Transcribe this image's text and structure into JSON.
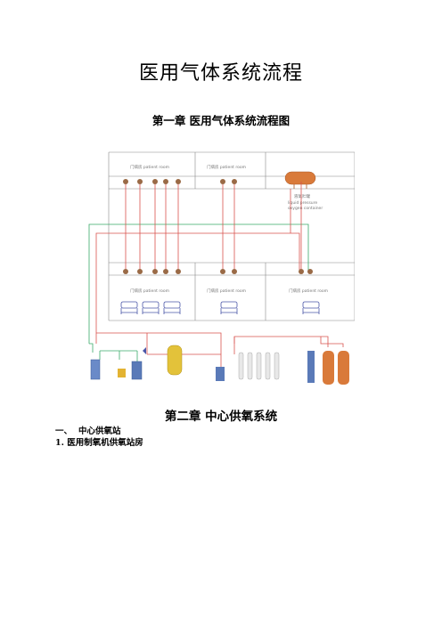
{
  "doc": {
    "title": "医用气体系统流程",
    "chapter1_title": "第一章 医用气体系统流程图",
    "chapter2_title": "第二章 中心供氧系统",
    "section1_number": "一、",
    "section1_title": "中心供氧站",
    "subsection1": "1. 医用制氧机供氧站房"
  },
  "diagram": {
    "rooms_top": [
      "门病房 patient room",
      "门病房 patient room"
    ],
    "rooms_bottom": [
      "门病房 patient room",
      "门病房 patient room",
      "门病房 patient room"
    ],
    "tank_label": [
      "液氧贮罐",
      "liquid pressure",
      "oxygen container"
    ],
    "colors": {
      "oxygen_line": "#d9534f",
      "vacuum_line": "#3aaa6a",
      "outlet": "#9a6a46",
      "tank": "#d97a3a",
      "bed": "#4a56a8"
    }
  }
}
